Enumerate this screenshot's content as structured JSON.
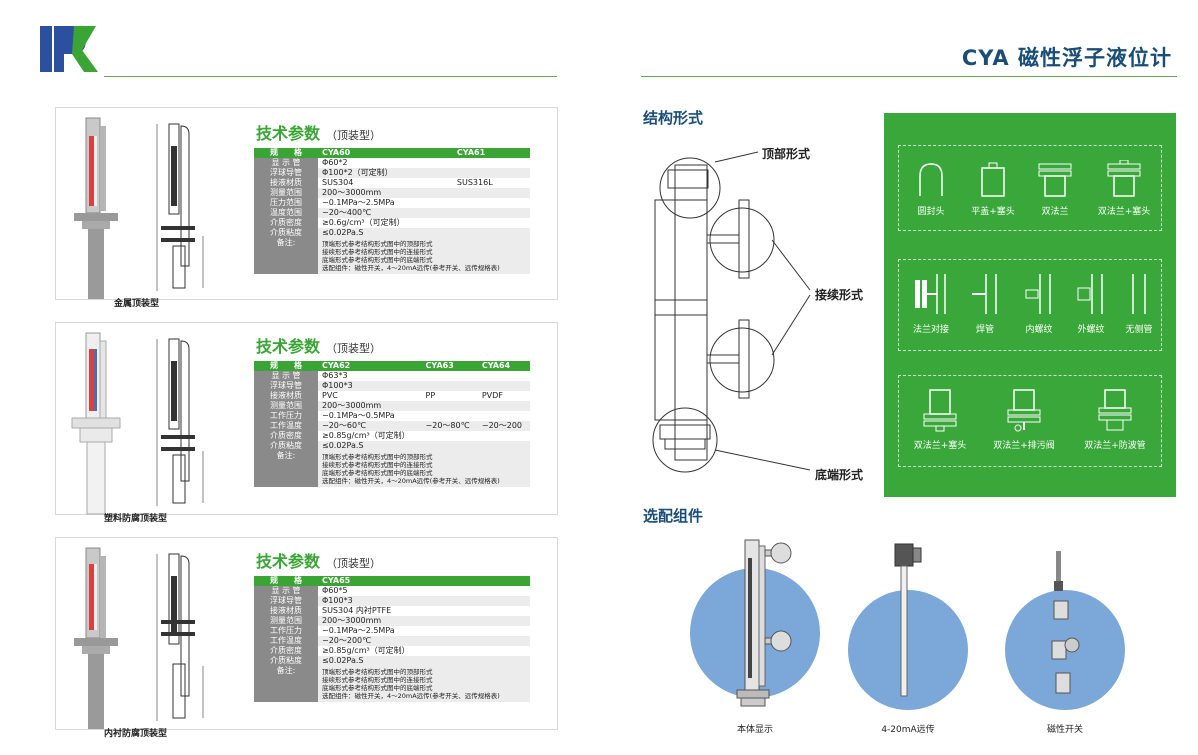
{
  "header": {
    "title": "CYA 磁性浮子液位计"
  },
  "sections": {
    "structure": "结构形式",
    "options": "选配组件"
  },
  "structure_labels": {
    "top": "顶部形式",
    "connection": "接续形式",
    "bottom": "底端形式"
  },
  "structure_options": {
    "top": [
      "圆封头",
      "平盖+塞头",
      "双法兰",
      "双法兰+塞头"
    ],
    "connection": [
      "法兰对接",
      "焊管",
      "内螺纹",
      "外螺纹",
      "无侧管"
    ],
    "bottom": [
      "双法兰+塞头",
      "双法兰+排污阀",
      "双法兰+防波管"
    ]
  },
  "accessories": [
    "本体显示",
    "4-20mA远传",
    "磁性开关"
  ],
  "products": [
    {
      "caption": "金属顶装型",
      "tech_title": "技术参数",
      "tech_sub": "（顶装型）",
      "header": [
        "规　　格",
        "CYA60",
        "CYA61",
        ""
      ],
      "rows": [
        [
          "显 示 管",
          "Φ60*2",
          "",
          ""
        ],
        [
          "浮球导管",
          "Φ100*2（可定制）",
          "",
          ""
        ],
        [
          "接液材质",
          "SUS304",
          "SUS316L",
          ""
        ],
        [
          "测量范围",
          "200～3000mm",
          "",
          ""
        ],
        [
          "压力范围",
          "−0.1MPa～2.5MPa",
          "",
          ""
        ],
        [
          "温度范围",
          "−20～400℃",
          "",
          ""
        ],
        [
          "介质密度",
          "≥0.6g/cm³（可定制）",
          "",
          ""
        ],
        [
          "介质粘度",
          "≤0.02Pa.S",
          "",
          ""
        ]
      ],
      "note_label": "备注:",
      "notes": [
        "顶端形式参考结构形式图中的顶部形式",
        "接续形式参考结构形式图中的连接形式",
        "底端形式参考结构形式图中的底端形式",
        "选配组件：磁性开关，4～20mA远传(参考开关、远传规格表)"
      ]
    },
    {
      "caption": "塑料防腐顶装型",
      "tech_title": "技术参数",
      "tech_sub": "（顶装型）",
      "header": [
        "规　　格",
        "CYA62",
        "CYA63",
        "CYA64"
      ],
      "rows": [
        [
          "显 示 管",
          "Φ63*3",
          "",
          ""
        ],
        [
          "浮球导管",
          "Φ100*3",
          "",
          ""
        ],
        [
          "接液材质",
          "PVC",
          "PP",
          "PVDF"
        ],
        [
          "测量范围",
          "200～3000mm",
          "",
          ""
        ],
        [
          "工作压力",
          "−0.1MPa～0.5MPa",
          "",
          ""
        ],
        [
          "工作温度",
          "−20～60℃",
          "−20～80℃",
          "−20～200"
        ],
        [
          "介质密度",
          "≥0.85g/cm³（可定制）",
          "",
          ""
        ],
        [
          "介质粘度",
          "≤0.02Pa.S",
          "",
          ""
        ]
      ],
      "note_label": "备注:",
      "notes": [
        "顶端形式参考结构形式图中的顶部形式",
        "接续形式参考结构形式图中的连接形式",
        "底端形式参考结构形式图中的底端形式",
        "选配组件：磁性开关，4～20mA远传(参考开关、远传规格表)"
      ]
    },
    {
      "caption": "内衬防腐顶装型",
      "tech_title": "技术参数",
      "tech_sub": "（顶装型）",
      "header": [
        "规　　格",
        "CYA65",
        "",
        ""
      ],
      "rows": [
        [
          "显 示 管",
          "Φ60*5",
          "",
          ""
        ],
        [
          "浮球导管",
          "Φ100*3",
          "",
          ""
        ],
        [
          "接液材质",
          "SUS304 内衬PTFE",
          "",
          ""
        ],
        [
          "测量范围",
          "200～3000mm",
          "",
          ""
        ],
        [
          "工作压力",
          "−0.1MPa～2.5MPa",
          "",
          ""
        ],
        [
          "工作温度",
          "−20～200℃",
          "",
          ""
        ],
        [
          "介质密度",
          "≥0.85g/cm³（可定制）",
          "",
          ""
        ],
        [
          "介质粘度",
          "≤0.02Pa.S",
          "",
          ""
        ]
      ],
      "note_label": "备注:",
      "notes": [
        "顶端形式参考结构形式图中的顶部形式",
        "接续形式参考结构形式图中的连接形式",
        "底端形式参考结构形式图中的底端形式",
        "选配组件：磁性开关，4～20mA远传(参考开关、远传规格表)"
      ]
    }
  ],
  "colors": {
    "green": "#39a739",
    "navy": "#1a4d78",
    "circle_blue": "#7ba7d9"
  }
}
